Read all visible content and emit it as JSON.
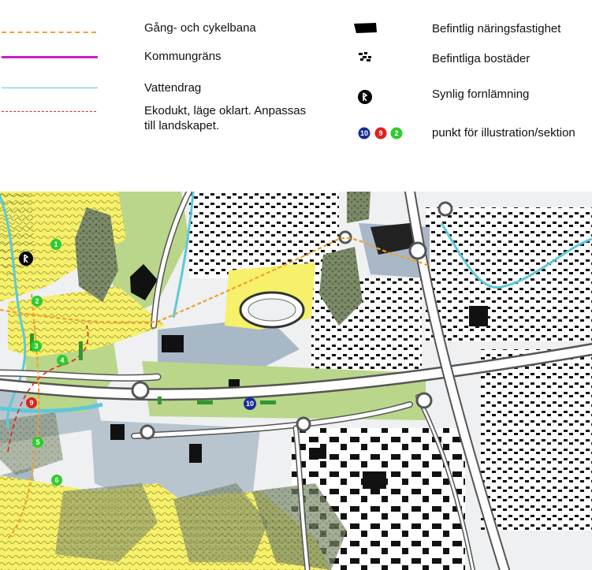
{
  "legend": {
    "items": [
      {
        "key": "gang_cykel",
        "label": "Gång- och cykelbana"
      },
      {
        "key": "kommungrans",
        "label": "Kommungräns"
      },
      {
        "key": "vattendrag",
        "label": "Vattendrag"
      },
      {
        "key": "ekodukt",
        "label_line1": "Ekodukt, läge oklart. Anpassas",
        "label_line2": "till landskapet."
      },
      {
        "key": "naringsfastighet",
        "label": "Befintlig näringsfastighet"
      },
      {
        "key": "bostader",
        "label": "Befintliga bostäder"
      },
      {
        "key": "fornlamning",
        "label": "Synlig fornlämning"
      },
      {
        "key": "punkt",
        "label": "punkt för illustration/sektion"
      }
    ],
    "point_examples": [
      "10",
      "9",
      "2"
    ]
  },
  "map": {
    "markers": [
      {
        "id": "1",
        "color": "green"
      },
      {
        "id": "2",
        "color": "green"
      },
      {
        "id": "3",
        "color": "green"
      },
      {
        "id": "4",
        "color": "green"
      },
      {
        "id": "5",
        "color": "green"
      },
      {
        "id": "6",
        "color": "green"
      },
      {
        "id": "9",
        "color": "red"
      },
      {
        "id": "10",
        "color": "navy"
      }
    ]
  },
  "colors": {
    "path_orange": "#f0a030",
    "municipal_border": "#d01fc0",
    "watercourse": "#5ec8d8",
    "ecoduct": "#e02020",
    "yellow_zone": "#f6f06a",
    "green_zone": "#b9d68a",
    "industrial_grey": "#a9b8c6",
    "marker_green": "#2ecc2e",
    "marker_red": "#e02020",
    "marker_navy": "#1a2a9a"
  },
  "icons": [
    "building-block-icon",
    "houses-icon",
    "rune-stone-icon"
  ]
}
